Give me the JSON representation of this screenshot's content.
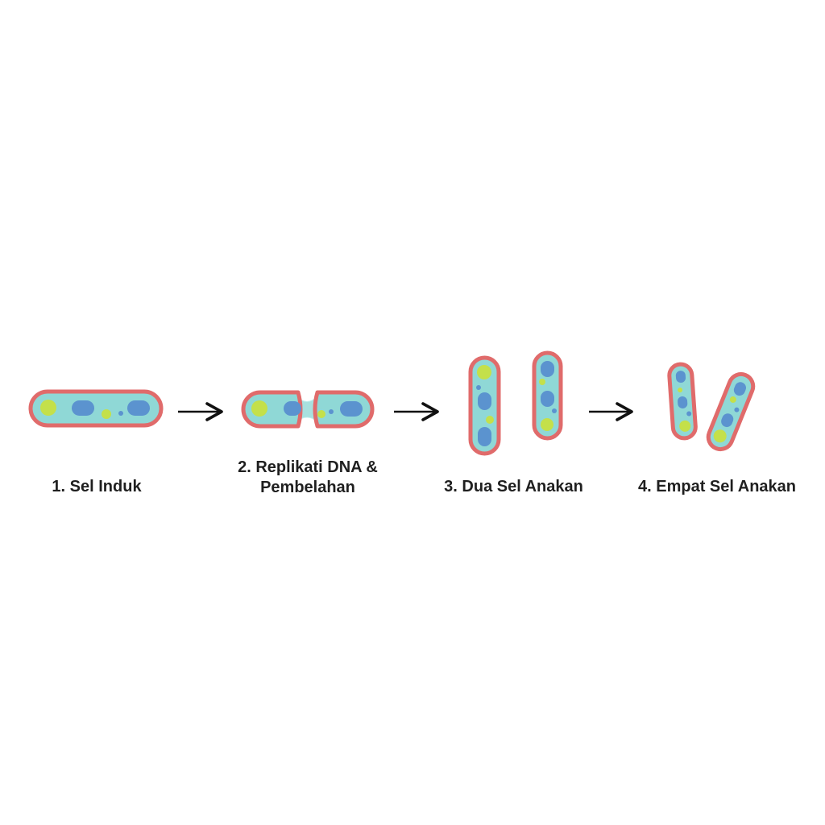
{
  "steps": [
    {
      "label": "1. Sel Induk"
    },
    {
      "label_line1": "2. Replikati DNA &",
      "label_line2": "Pembelahan"
    },
    {
      "label": "3. Dua Sel Anakan"
    },
    {
      "label": "4. Empat Sel Anakan"
    }
  ],
  "colors": {
    "cell_wall": "#e06b6b",
    "cytoplasm": "#8fd8d6",
    "nucleoid": "#5b93cf",
    "granule": "#c4e04a",
    "arrow": "#111111",
    "text": "#1f1f1f"
  }
}
